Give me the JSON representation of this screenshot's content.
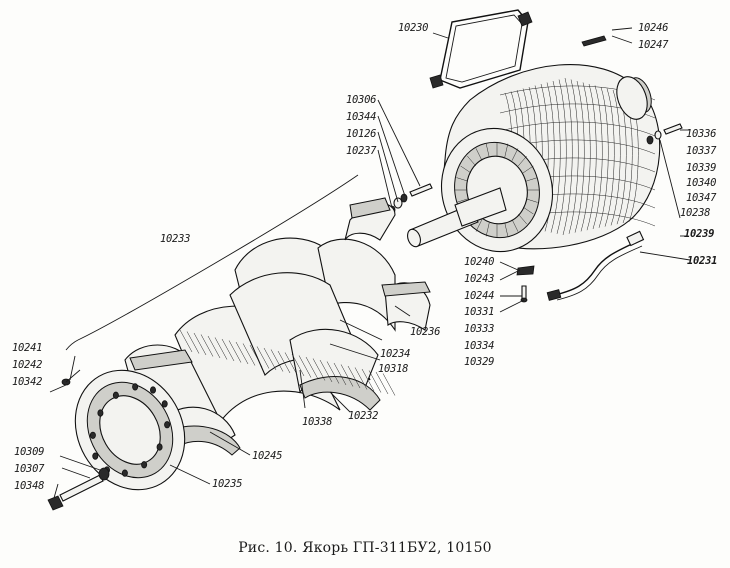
{
  "caption": "Рис. 10. Якорь ГП-311БУ2, 10150",
  "labels": {
    "l10230": "10230",
    "l10246": "10246",
    "l10247": "10247",
    "l10306": "10306",
    "l10344": "10344",
    "l10126": "10126",
    "l10237": "10237",
    "l10336": "10336",
    "l10337": "10337",
    "l10339": "10339",
    "l10340": "10340",
    "l10347": "10347",
    "l10238": "10238",
    "l10239": "10239",
    "l10233": "10233",
    "l10231": "10231",
    "l10240": "10240",
    "l10243": "10243",
    "l10244": "10244",
    "l10331": "10331",
    "l10333": "10333",
    "l10334": "10334",
    "l10329": "10329",
    "l10236": "10236",
    "l10234": "10234",
    "l10318": "10318",
    "l10241": "10241",
    "l10242": "10242",
    "l10342": "10342",
    "l10338": "10338",
    "l10232": "10232",
    "l10245": "10245",
    "l10309": "10309",
    "l10307": "10307",
    "l10348": "10348",
    "l10235": "10235"
  }
}
